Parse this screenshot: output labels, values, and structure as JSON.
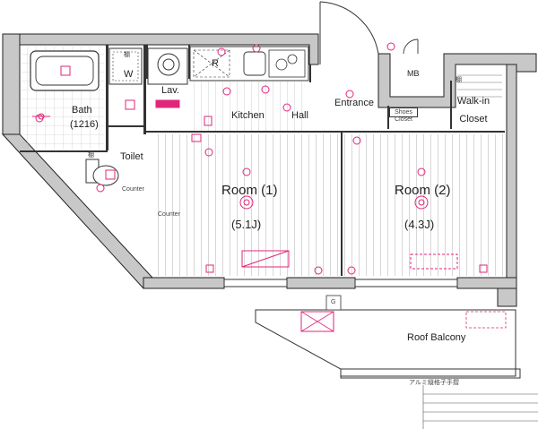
{
  "labels": {
    "bath": "Bath",
    "bath_size": "(1216)",
    "washer": "W",
    "lavatory": "Lav.",
    "fridge": "R",
    "kitchen": "Kitchen",
    "hall": "Hall",
    "entrance": "Entrance",
    "meter_box": "MB",
    "walkin_line1": "Walk-in",
    "walkin_line2": "Closet",
    "shoes_line1": "Shoes",
    "shoes_line2": "Closet",
    "toilet": "Toilet",
    "counter_toilet": "Counter",
    "counter_main": "Counter",
    "room1": "Room (1)",
    "room1_area": "(5.1J)",
    "room2": "Room (2)",
    "room2_area": "(4.3J)",
    "roof_balcony": "Roof Balcony",
    "railing": "アルミ縦格子手摺",
    "shelf": "棚",
    "gas_meter": "G"
  },
  "colors": {
    "wall": "#c8c8c8",
    "wall_outline": "#222222",
    "line": "#333333",
    "floor_stripe": "#9a9a9a",
    "accent": "#e0267a"
  }
}
